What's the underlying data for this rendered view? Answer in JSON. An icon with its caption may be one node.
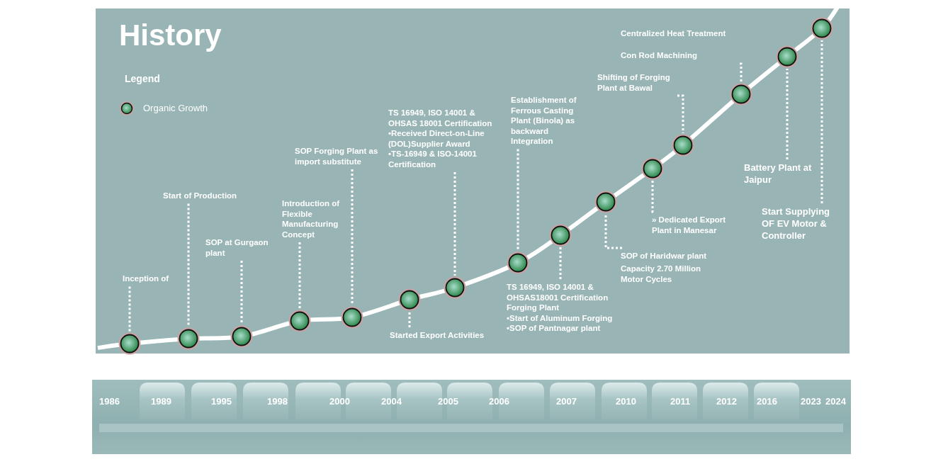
{
  "diagram": {
    "title": "History",
    "nodes": [
      {
        "text": [
          "Inception of"
        ]
      },
      {
        "text": [
          "Start of Production"
        ]
      },
      {
        "text": [
          "SOP at Gurgaon plant"
        ]
      },
      {
        "text": [
          "Introduction of Flexible Manufacturing Concept"
        ]
      },
      {
        "text": [
          "SOP Forging Plant as import substitute"
        ]
      },
      {
        "text": [
          "Started Export Activities"
        ]
      },
      {
        "text": [
          "TS 16949, ISO 14001 & OHSAS 18001 Certification",
          "•Received Direct-on-Line (DOL)Supplier Award",
          "•TS-16949 & ISO-14001 Certification"
        ]
      },
      {
        "text": [
          "Establishment of Ferrous Casting Plant (Binola) as backward Integration"
        ]
      },
      {
        "text": [
          "TS 16949, ISO 14001 & OHSAS18001 Certification Forging Plant",
          "•Start of Aluminum Forging",
          "•SOP of Pantnagar plant"
        ]
      },
      {
        "text": [
          "SOP of Haridwar plant",
          "Capacity 2.70 Million Motor Cycles"
        ]
      },
      {
        "text": [
          "» Dedicated Export Plant in Manesar"
        ]
      },
      {
        "text": [
          "Shifting of Forging Plant at Bawal"
        ]
      },
      {
        "text": [
          "Centralized Heat Treatment",
          "Con Rod Machining"
        ]
      },
      {
        "text": [
          "Battery Plant at Jaipur"
        ]
      },
      {
        "text": [
          "Start Supplying OF EV Motor & Controller"
        ]
      },
      {
        "text": [],
        "shape": "circle"
      },
      {
        "text": [],
        "shape": "circle"
      },
      {
        "text": [],
        "shape": "circle"
      },
      {
        "text": [],
        "shape": "circle"
      },
      {
        "text": [],
        "shape": "circle"
      },
      {
        "text": [],
        "shape": "circle"
      },
      {
        "text": [],
        "shape": "circle"
      },
      {
        "text": [],
        "shape": "circle"
      },
      {
        "text": [],
        "shape": "circle"
      },
      {
        "text": [],
        "shape": "circle"
      },
      {
        "text": [],
        "shape": "circle"
      },
      {
        "text": [],
        "shape": "circle"
      },
      {
        "text": [],
        "shape": "circle"
      },
      {
        "text": [],
        "shape": "circle"
      },
      {
        "text": [],
        "shape": "circle"
      }
    ],
    "edges": [
      {
        "from": 0,
        "to": 15,
        "arrow": "none",
        "style": "dashed"
      },
      {
        "from": 1,
        "to": 16,
        "arrow": "none",
        "style": "dashed"
      },
      {
        "from": 2,
        "to": 17,
        "arrow": "none",
        "style": "dashed"
      },
      {
        "from": 3,
        "to": 18,
        "arrow": "none",
        "style": "dashed"
      },
      {
        "from": 4,
        "to": 19,
        "arrow": "none",
        "style": "dashed"
      },
      {
        "from": 5,
        "to": 20,
        "arrow": "none",
        "style": "dashed"
      },
      {
        "from": 6,
        "to": 21,
        "arrow": "none",
        "style": "dashed"
      },
      {
        "from": 7,
        "to": 22,
        "arrow": "none",
        "style": "dashed"
      },
      {
        "from": 8,
        "to": 23,
        "arrow": "none",
        "style": "dashed"
      },
      {
        "from": 9,
        "to": 24,
        "arrow": "none",
        "style": "dashed"
      },
      {
        "from": 10,
        "to": 25,
        "arrow": "none",
        "style": "dashed"
      },
      {
        "from": 11,
        "to": 26,
        "arrow": "none",
        "style": "dashed"
      },
      {
        "from": 12,
        "to": 27,
        "arrow": "none",
        "style": "dashed"
      },
      {
        "from": 13,
        "to": 28,
        "arrow": "none",
        "style": "dashed"
      },
      {
        "from": 14,
        "to": 29,
        "arrow": "none",
        "style": "dashed"
      }
    ],
    "labels": [
      "Legend",
      "1986",
      "1989",
      "1995",
      "1998",
      "2000",
      "2004",
      "2005",
      "2006",
      "2007",
      "2010",
      "2011",
      "2012",
      "2016",
      "2023",
      "2024"
    ],
    "legend": [
      {
        "text": "Organic Growth"
      }
    ]
  }
}
